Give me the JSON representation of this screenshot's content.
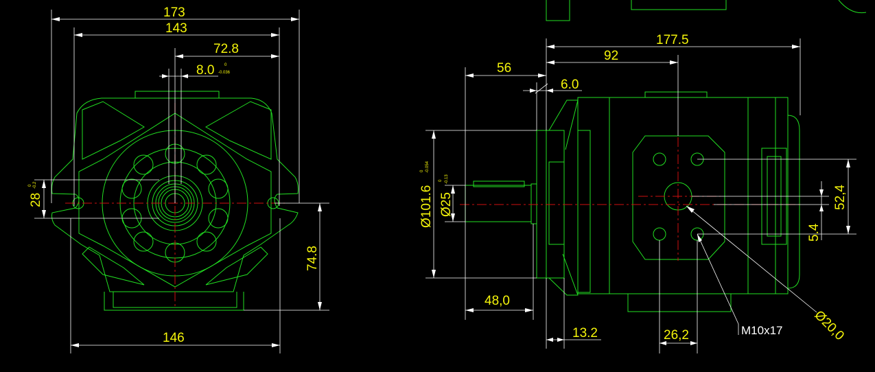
{
  "colors": {
    "background": "#000000",
    "outline": "#22e022",
    "center_line": "#d01010",
    "dimension_line": "#ffffff",
    "dimension_text": "#f5f50a"
  },
  "front_view": {
    "dim_173": "173",
    "dim_143": "143",
    "dim_72_8": "72.8",
    "dim_8_0": "8.0",
    "dim_8_0_tol_upper": "0",
    "dim_8_0_tol_lower": "-0.036",
    "dim_28": "28",
    "dim_28_tol_upper": "0",
    "dim_28_tol_lower": "-0.2",
    "dim_74_8": "74.8",
    "dim_146": "146"
  },
  "side_view": {
    "dim_177_5": "177.5",
    "dim_92": "92",
    "dim_56": "56",
    "dim_6_0": "6.0",
    "dim_101_6": "Ø101.6",
    "dim_101_6_tol_upper": "0",
    "dim_101_6_tol_lower": "-0.054",
    "dim_25": "Ø25",
    "dim_25_tol_upper": "0",
    "dim_25_tol_lower": "-0.13",
    "dim_48": "48,0",
    "dim_13_2": "13.2",
    "dim_26_2": "26,2",
    "dim_52_4": "52,4",
    "dim_5_4": "5.4",
    "thread_label": "M10x17",
    "dim_20": "Ø20,0"
  }
}
